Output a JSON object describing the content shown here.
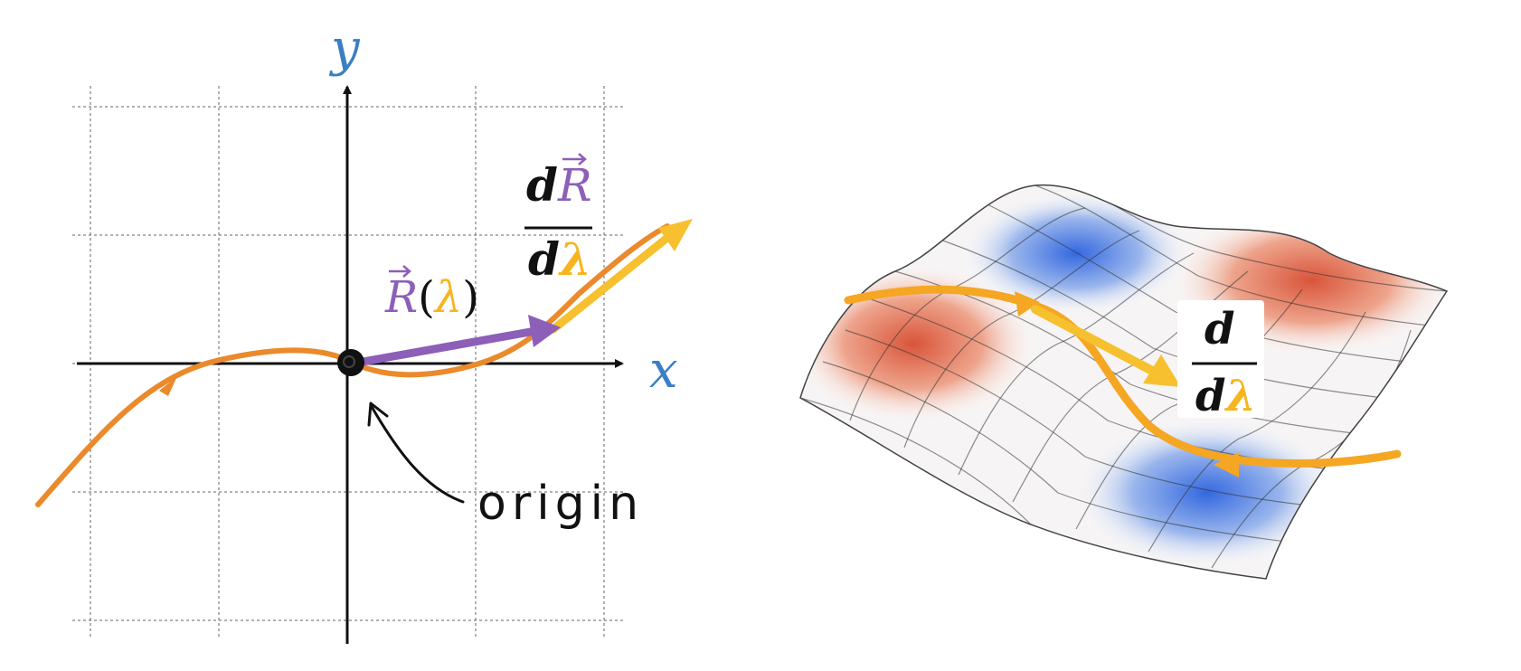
{
  "left_panel": {
    "y_axis_label": "y",
    "x_axis_label": "x",
    "position_vector": {
      "symbol": "R",
      "open": "(",
      "param": "λ",
      "close": ")"
    },
    "derivative": {
      "num_d": "d",
      "num_symbol": "R",
      "den_d": "d",
      "den_param": "λ"
    },
    "origin_label": "origin"
  },
  "right_panel": {
    "operator": {
      "num": "d",
      "den_d": "d",
      "den_param": "λ"
    }
  },
  "colors": {
    "axis_label": "#3a7fc4",
    "curve": "#ea8a2c",
    "position_vector": "#8c5fb8",
    "tangent": "#f6c02f",
    "lambda": "#f6b51e",
    "surface_red": "#d8553a",
    "surface_blue": "#3a6fd8",
    "ink": "#111111"
  },
  "icons": {
    "origin_dot": "filled-circle",
    "axis_arrow": "arrowhead",
    "annotation_arrow": "hand-drawn-arrow"
  }
}
